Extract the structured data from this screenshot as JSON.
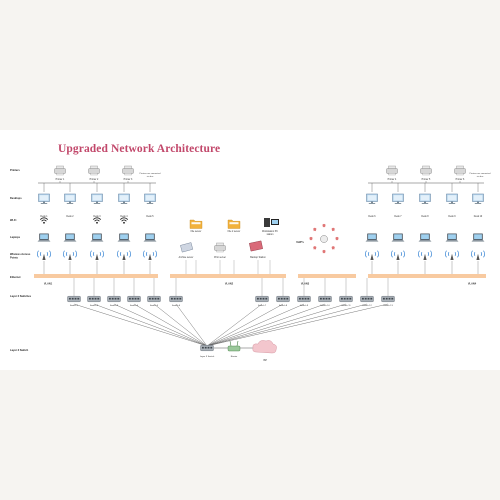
{
  "title": "Upgraded Network Architecture",
  "row_labels": [
    "Printers",
    "Desktops",
    "Wi-Fi",
    "Laptops",
    "Wireless Access Points",
    "Ethernet",
    "Layer 2 Switches",
    "Layer 3 Switch"
  ],
  "printers_left": [
    "Printer 1",
    "Printer 2",
    "Printer 3"
  ],
  "printers_right": [
    "Printer 4",
    "Printer 5",
    "Printer 6"
  ],
  "printers_note": "Printers are connected",
  "desktops_left": [
    "Desk 1",
    "Desk 2",
    "Desk 3",
    "Desk 4",
    "Desk 5"
  ],
  "desktops_right": [
    "Desk 6",
    "Desk 7",
    "Desk 8",
    "Desk 9",
    "Desk 10"
  ],
  "center_devices": [
    "File server",
    "File 2 server",
    "Workstation PC",
    "Archive server",
    "Print server",
    "Backup Station"
  ],
  "voip_label": "VoIP's",
  "vlans": [
    "VLAN1",
    "VLAN2",
    "VLAN3",
    "VLAN4"
  ],
  "switches_left": [
    "Switch 1",
    "Switch 2",
    "Switch 3",
    "Switch 4",
    "Switch 5",
    "Switch 6"
  ],
  "switches_right": [
    "Switch 7",
    "Switch 8",
    "Switch 9",
    "Switch 10",
    "Switch 11",
    "Switch 12",
    "Switch 13"
  ],
  "layer3_label": "Layer 3 Switch",
  "router_label": "Router",
  "isp_label": "ISP",
  "colors": {
    "title": "#c2486b",
    "ethernet": "#f8caa0",
    "screen": "#bcd9ef",
    "wifi": "#2f7fd2",
    "voip": "#e07676",
    "folder": "#f2b23c",
    "cloud": "#f3c6cd"
  }
}
